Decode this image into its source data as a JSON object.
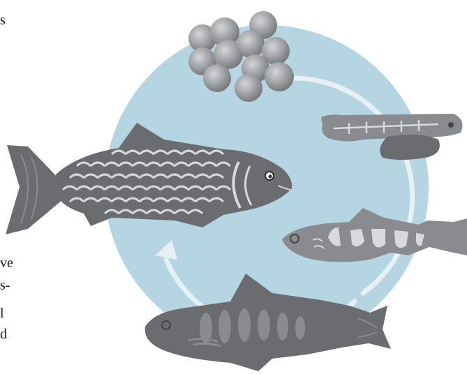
{
  "text_fragments": [
    "s",
    "ve",
    "s-",
    "l",
    "d"
  ],
  "colors": {
    "circle": "#b5d5e3",
    "arrow": "#e6f0f5",
    "fish_dark": "#6b6c70",
    "fish_mid": "#8a8b8f",
    "fish_light": "#d8d9db",
    "egg": "#9a9b9e"
  },
  "stages": [
    {
      "icon": "eggs-icon"
    },
    {
      "icon": "alevin-icon"
    },
    {
      "icon": "fry-icon"
    },
    {
      "icon": "parr-icon"
    },
    {
      "icon": "adult-salmon-icon"
    }
  ]
}
